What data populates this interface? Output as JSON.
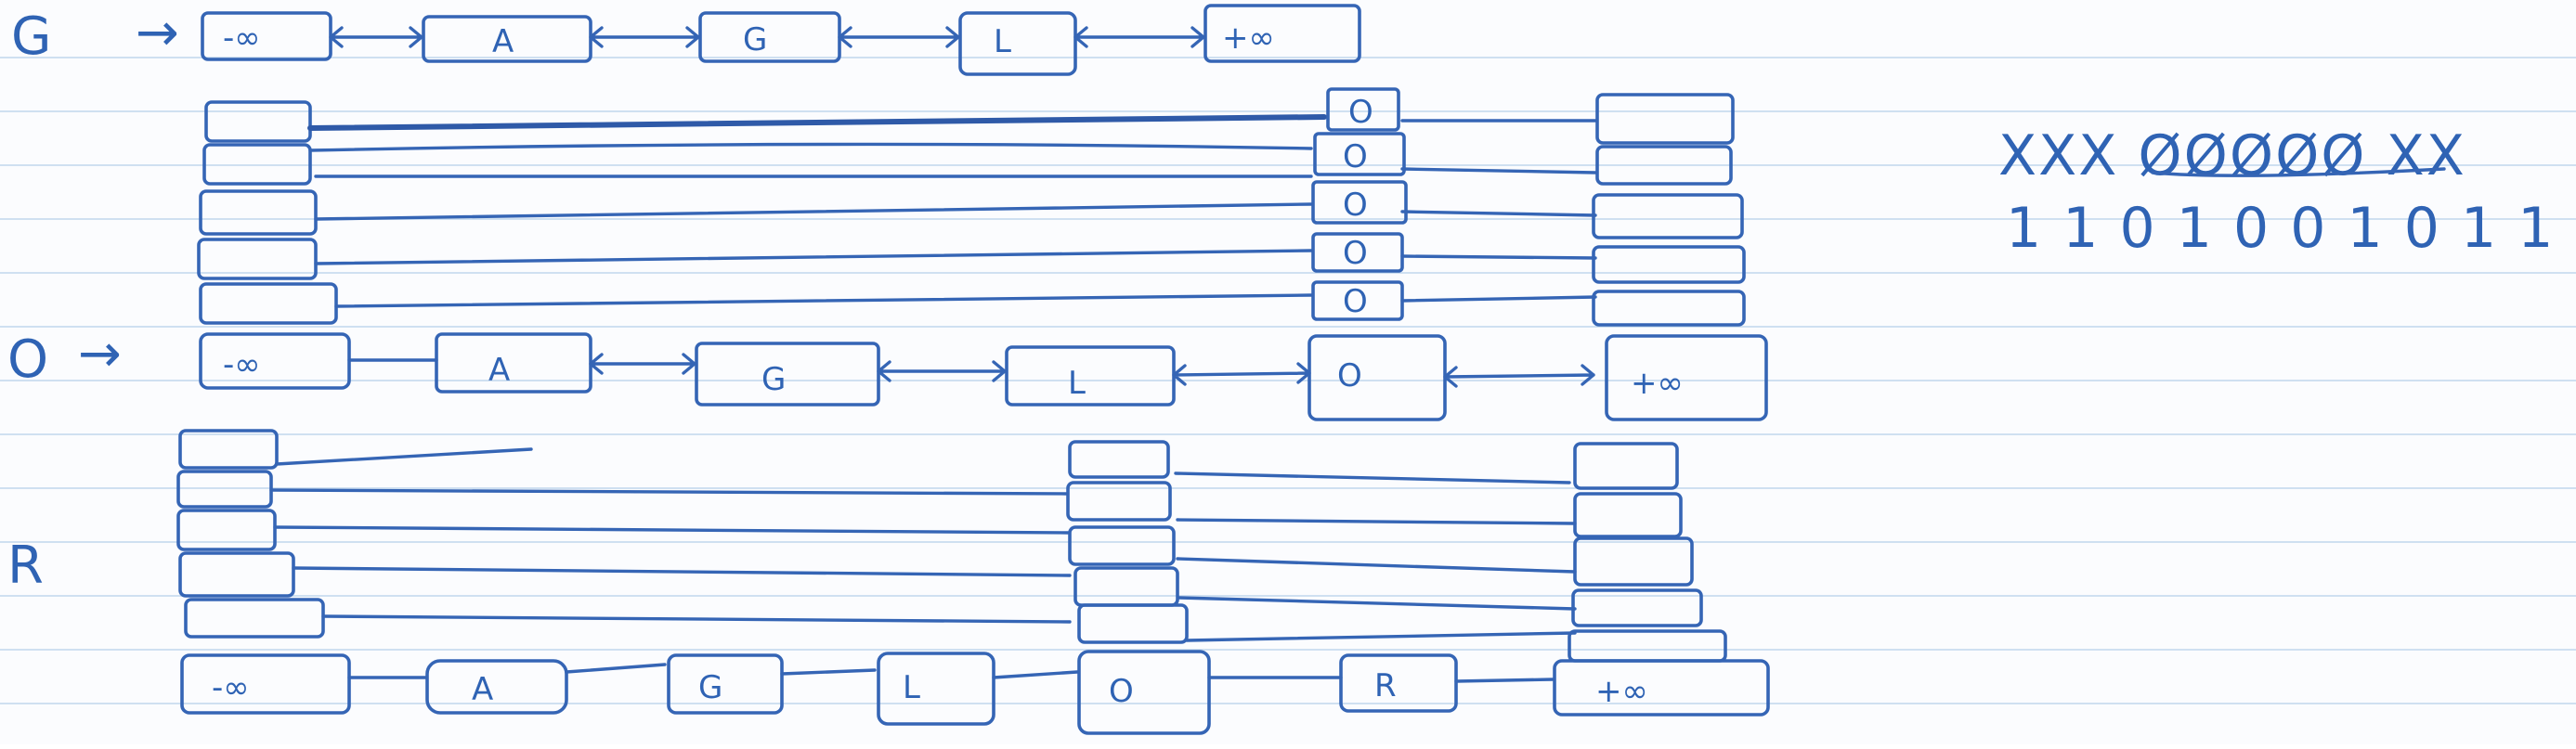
{
  "colors": {
    "ink": "#3565b5",
    "paper": "#fbfcfe",
    "rule": "#cfe0f1"
  },
  "rows": {
    "g": {
      "label": "G",
      "arrow": "→",
      "nodes": [
        "-∞",
        "A",
        "G",
        "L",
        "+∞"
      ]
    },
    "o": {
      "label": "O",
      "arrow": "→",
      "nodes": [
        "-∞",
        "A",
        "G",
        "L",
        "O",
        "+∞"
      ],
      "tower_items": [
        "O",
        "O",
        "O",
        "O",
        "O"
      ]
    },
    "r": {
      "label": "R",
      "nodes": [
        "-∞",
        "A",
        "G",
        "L",
        "O",
        "R",
        "+∞"
      ]
    }
  },
  "bits": {
    "top": "XXX ØØØØØ XX",
    "bottom": "1 1 0 1 0 0 1 0 1 1"
  }
}
